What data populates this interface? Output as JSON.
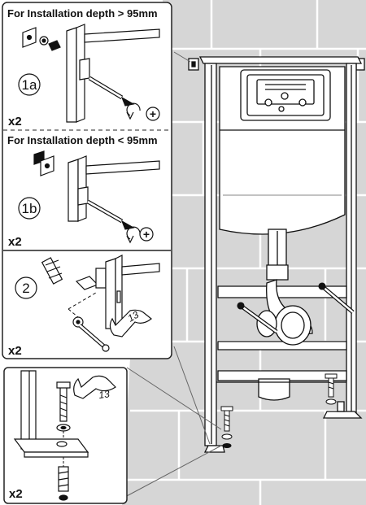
{
  "panels": {
    "p1a": {
      "header": "For Installation depth > 95mm",
      "step": "1a",
      "count": "x2"
    },
    "p1b": {
      "header": "For Installation depth < 95mm",
      "step": "1b",
      "count": "x2"
    },
    "p2": {
      "step": "2",
      "count": "x2",
      "wrench": "13"
    },
    "p3": {
      "count": "x2",
      "wrench": "13"
    }
  },
  "symbols": {
    "plus": "+"
  },
  "colors": {
    "wall": "#d4d4d4",
    "tile_line": "#ffffff",
    "frame": "#ffffff",
    "ink": "#111111",
    "panel_border": "#222222"
  }
}
